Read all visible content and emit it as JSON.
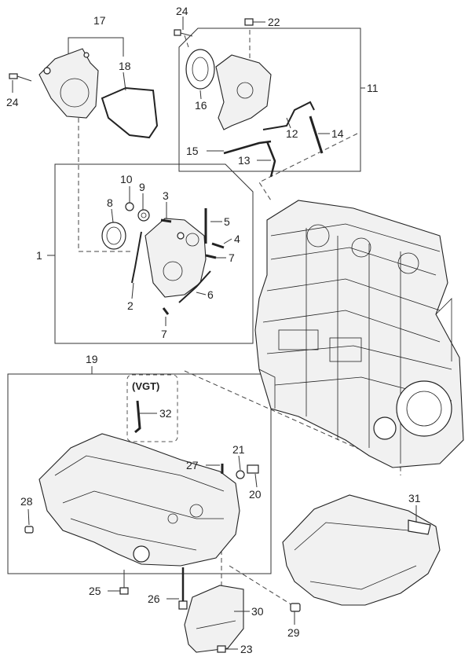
{
  "diagram": {
    "labels": {
      "p1": "1",
      "p2": "2",
      "p3": "3",
      "p4": "4",
      "p5": "5",
      "p6": "6",
      "p7a": "7",
      "p7b": "7",
      "p8": "8",
      "p9": "9",
      "p10": "10",
      "p11": "11",
      "p12": "12",
      "p13": "13",
      "p14": "14",
      "p15": "15",
      "p16": "16",
      "p17": "17",
      "p18": "18",
      "p19": "19",
      "p20": "20",
      "p21": "21",
      "p22": "22",
      "p23": "23",
      "p24a": "24",
      "p24b": "24",
      "p25": "25",
      "p26": "26",
      "p27": "27",
      "p28": "28",
      "p29": "29",
      "p30": "30",
      "p31": "31",
      "p32": "32"
    },
    "vgt_label": "(VGT)"
  }
}
